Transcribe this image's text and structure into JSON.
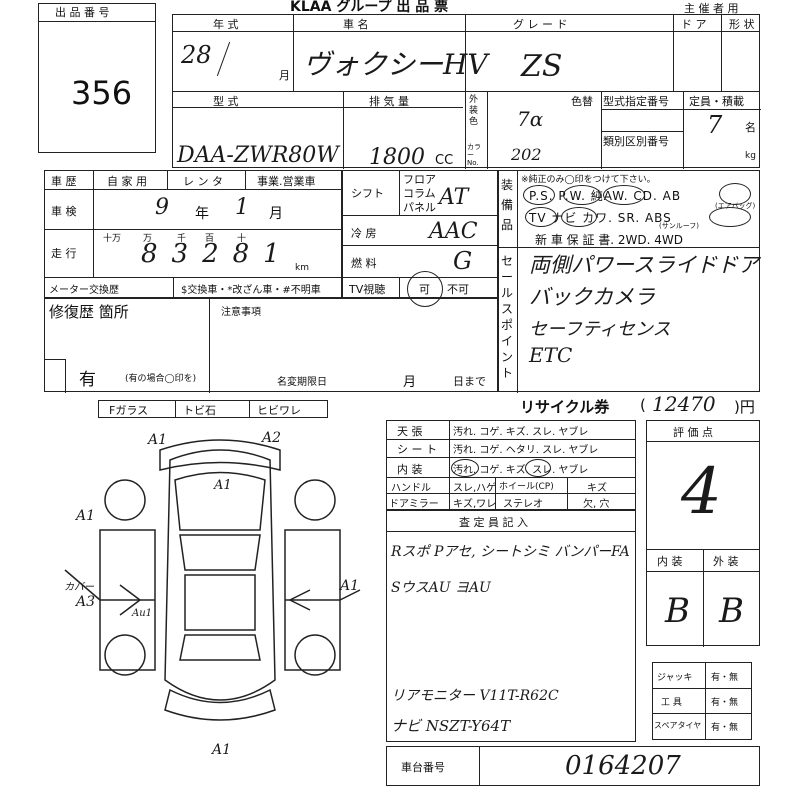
{
  "header": {
    "title": "KLAA グループ 出 品 票",
    "organizer_label": "主 催 者 用"
  },
  "lot": {
    "label": "出 品 番 号",
    "number": "356"
  },
  "row1": {
    "year_label": "年 式",
    "car_label": "車 名",
    "grade_label": "グ レ ー ド",
    "door_label": "ド ア",
    "shape_label": "形 状",
    "year_value": "28",
    "month_unit": "月",
    "car_value": "ヴォクシーHV",
    "grade_value": "ZS"
  },
  "row2": {
    "model_label": "型 式",
    "disp_label": "排 気 量",
    "ext_color_label": "外装色",
    "color_change_label": "色替",
    "color_no_label": "カラーNo.",
    "type_no_label": "型式指定番号",
    "class_no_label": "類別区別番号",
    "capacity_label": "定員・積載",
    "model_value": "DAA-ZWR80W",
    "disp_value": "1800",
    "cc_unit": "CC",
    "color_value": "7α",
    "color_no_value": "202",
    "capacity_value": "7",
    "capacity_unit": "名",
    "kg_unit": "kg"
  },
  "history": {
    "label": "車 歴",
    "opt1": "自 家 用",
    "opt2": "レ ン タ",
    "opt3": "事業.営業車"
  },
  "shaken": {
    "label": "車 検",
    "year_value": "9",
    "year_unit": "年",
    "month_value": "1",
    "month_unit": "月"
  },
  "mileage": {
    "label": "走 行",
    "digit_labels": [
      "十万",
      "万",
      "千",
      "百",
      "十"
    ],
    "value": "83281",
    "unit": "km"
  },
  "meter": {
    "label": "メーター交換歴",
    "options": "$交換車・*改ざん車・#不明車"
  },
  "repair": {
    "label": "修復歴 箇所",
    "value": "有",
    "note": "(有の場合◯印を)"
  },
  "notes": {
    "label": "注意事項",
    "name_change_label": "名変期限日",
    "month_unit": "月",
    "day_unit": "日まで"
  },
  "specs": {
    "shift_label": "シフト",
    "shift_opts": [
      "フロア",
      "コラム",
      "パネル"
    ],
    "shift_value": "AT",
    "ac_label": "冷 房",
    "ac_value": "AAC",
    "fuel_label": "燃 料",
    "fuel_value": "G",
    "tv_label": "TV視聴",
    "tv_yes": "可",
    "tv_no": "不可"
  },
  "equipment": {
    "label": "装備品",
    "note": "※純正のみ◯印をつけて下さい。",
    "line1": "P.S. P.W. 純AW. CD. AB",
    "line2": "TV ナビ カワ. SR. ABS",
    "sunroof": "(サンルーフ)",
    "line3": "新 車 保 証 書. 2WD. 4WD",
    "airbag_sub": "(エアバッグ)"
  },
  "sales_point": {
    "label": "セールスポイント",
    "items": [
      "両側パワースライドドア",
      "バックカメラ",
      "セーフティセンス",
      "ETC"
    ]
  },
  "glass": {
    "label": "Fガラス",
    "opt1": "トビ石",
    "opt2": "ヒビワレ"
  },
  "recycle": {
    "label": "リサイクル券",
    "value": "12470",
    "unit": ")円",
    "open": "("
  },
  "condition": {
    "rows": [
      {
        "label": "天 張",
        "opts": "汚れ. コゲ. キズ. スレ. ヤブレ"
      },
      {
        "label": "シ ー ト",
        "opts": "汚れ. コゲ. ヘタリ. スレ. ヤブレ"
      },
      {
        "label": "内 装",
        "opts": "汚れ. コゲ. キズ. スレ. ヤブレ"
      }
    ],
    "handle_label": "ハンドル",
    "handle_opts": "スレ,ハゲ",
    "wheel_label": "ホイール(CP)",
    "wheel_opts": "キズ",
    "mirror_label": "ドアミラー",
    "mirror_opts": "キズ,ワレ",
    "stereo_label": "ステレオ",
    "stereo_opts": "欠, 穴"
  },
  "inspector": {
    "label": "査 定 員 記 入",
    "line1": "Rスポ Pアセ, シートシミ バンパーFA",
    "line2": "SウスAU ヨAU",
    "line3": "リアモニター V11T-R62C",
    "line4": "ナビ NSZT-Y64T"
  },
  "score": {
    "label": "評 価 点",
    "value": "4",
    "interior_label": "内 装",
    "exterior_label": "外 装",
    "interior_value": "B",
    "exterior_value": "B"
  },
  "accessories": [
    {
      "label": "ジャッキ",
      "value": "有・無"
    },
    {
      "label": "工 具",
      "value": "有・無"
    },
    {
      "label": "スペアタイヤ",
      "value": "有・無"
    }
  ],
  "chassis": {
    "label": "車台番号",
    "value": "0164207"
  },
  "diagram_marks": {
    "a1_front_left": "A1",
    "a2_front_right": "A2",
    "a1_hood": "A1",
    "a1_left_side": "A1",
    "bumper_label": "カバー",
    "a3_left": "A3",
    "a1_left_door": "Au1",
    "a1_right": "A1",
    "a1_rear": "A1"
  }
}
